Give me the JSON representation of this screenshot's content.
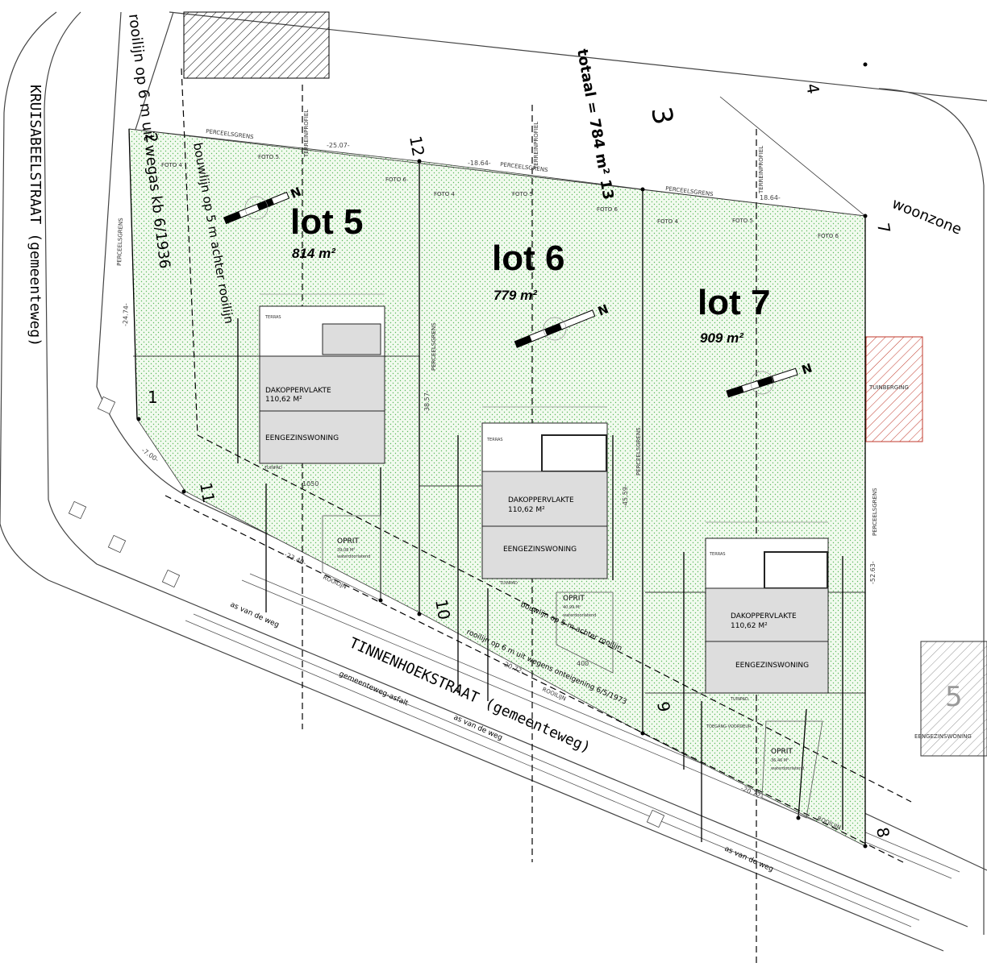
{
  "streets": {
    "kruisabeel": "KRUISABEELSTRAAT (gemeenteweg)",
    "tinnenhoek": "TINNENHOEKSTRAAT (gemeenteweg)",
    "asphalt": "gemeenteweg-asfalt",
    "axis": "as van de weg"
  },
  "annotations": {
    "rooilijn_kb": "rooilijn op 6 m uit wegas kb 6/1936",
    "bouwlijn_left": "bouwlijn op 5 m achter rooilijn",
    "bouwlijn_bottom": "bouwlijn op 5 m achter rooilijn",
    "rooilijn_bottom": "rooilijn op 6 m uit wegens onteigening 6/5/1973",
    "totaal": "totaal = 784 m² 13",
    "woonzone": "woonzone",
    "perceelsgrens": "PERCEELSGRENS",
    "terreinprofiel": "TERREINPROFIEL",
    "rooilijn": "ROOILIJN",
    "tuinberging": "TUINBERGING",
    "neighbour_house": "EENGEZINSWONING",
    "neighbour_number": "5"
  },
  "lots": [
    {
      "title": "lot 5",
      "area": "814 m²"
    },
    {
      "title": "lot 6",
      "area": "779 m²"
    },
    {
      "title": "lot 7",
      "area": "909 m²"
    }
  ],
  "buildings": {
    "roof": "DAKOPPERVLAKTE",
    "roof_area": "110,62 M²",
    "house": "EENGEZINSWONING",
    "terrace": "TERRAS",
    "oprit": "OPRIT",
    "oprit_areas": [
      "39,08 M²",
      "40,99 M²",
      "36,46 M²"
    ],
    "waterdoorlatend": "waterdoorlatend",
    "tuinpad": "TUINPAD",
    "toegang": "TOEGANG VOORDEUR"
  },
  "point_numbers": [
    "1",
    "2",
    "3",
    "4",
    "7",
    "8",
    "9",
    "10",
    "11",
    "12"
  ],
  "photos": [
    "FOTO 4",
    "FOTO 5",
    "FOTO 6"
  ],
  "dimensions": {
    "d1": "-25.07-",
    "d2": "-18.64-",
    "d3": "18.64-",
    "d4": "-24.74-",
    "d5": "-38.57-",
    "d6": "-45.59-",
    "d7": "-52.63-",
    "d8": "-23.40-",
    "d9": "-20.72-",
    "d10": "-20.72-",
    "d11": "-7.00-",
    "d12": "1050",
    "d13": "400"
  },
  "north": "N",
  "colors": {
    "lot_fill": "#eef8ea",
    "dots": "#5cb85c",
    "hatch": "#c0392b"
  }
}
